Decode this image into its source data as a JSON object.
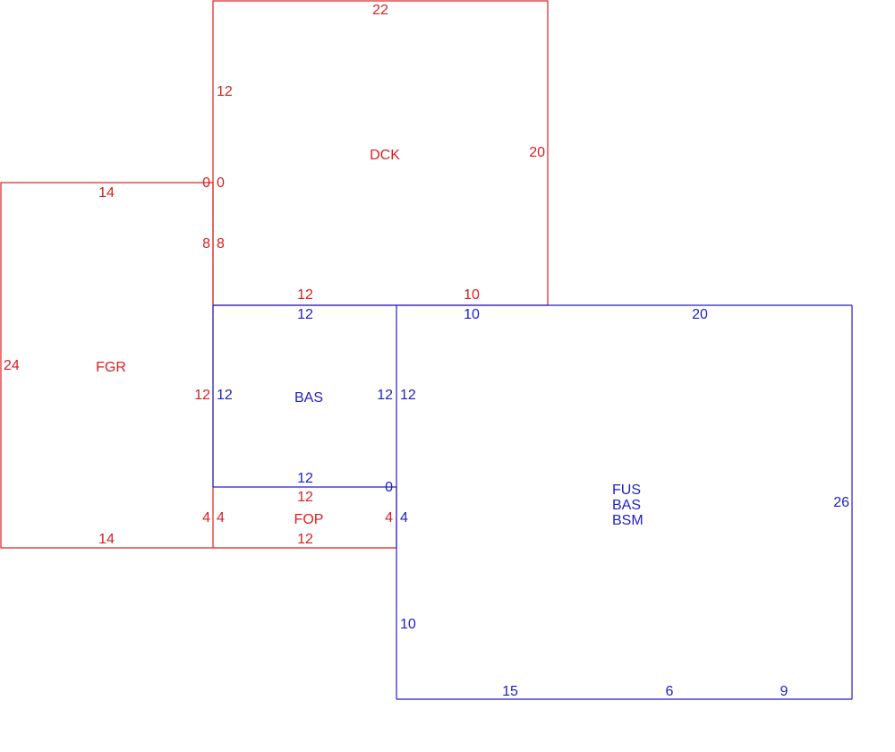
{
  "colors": {
    "upper_floor": "#dc1e1e",
    "main_floor": "#1e1ec8"
  },
  "areas": {
    "dck": {
      "label": "DCK",
      "dims": {
        "top": "22",
        "left_upper": "12",
        "left_mid_a": "0",
        "left_mid_b": "0",
        "left_lower": "8",
        "right": "20",
        "bottom_left": "12",
        "bottom_right": "10"
      }
    },
    "fgr": {
      "label": "FGR",
      "dims": {
        "top": "14",
        "top_end": "0",
        "right_upper": "8",
        "left": "24",
        "right_mid": "12",
        "right_lower": "4",
        "bottom": "14"
      }
    },
    "bas_upper": {
      "label": "BAS",
      "dims": {
        "top": "12",
        "left": "12",
        "right_left": "12",
        "right_right": "12",
        "bottom": "12"
      }
    },
    "fop": {
      "label": "FOP",
      "dims": {
        "top": "12",
        "left": "4",
        "right_red": "4",
        "right_blue": "4",
        "bottom": "12",
        "corner": "0"
      }
    },
    "main": {
      "lines": [
        "FUS",
        "BAS",
        "BSM"
      ],
      "dims": {
        "top_left": "10",
        "top_right": "20",
        "right": "26",
        "left_lower": "10",
        "bottom_1": "15",
        "bottom_2": "6",
        "bottom_3": "9"
      }
    }
  }
}
